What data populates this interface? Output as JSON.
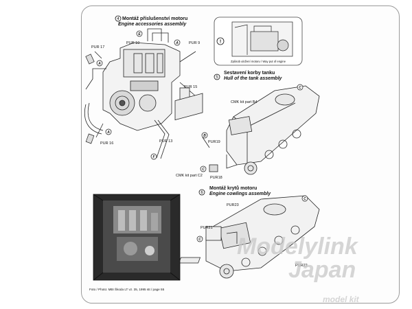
{
  "sections": [
    {
      "num": "4",
      "title_cz": "Montáž příslušenství motoru",
      "title_en": "Engine accessories assembly"
    },
    {
      "num": "5",
      "title_cz": "Sestavení korby tanku",
      "title_en": "Hull of the tank assembly"
    },
    {
      "num": "6",
      "title_cz": "Montáž krytů motoru",
      "title_en": "Engine cowlings assembly"
    }
  ],
  "note": {
    "symbol": "!",
    "caption": "Způsob uložení motoru / Way put of engine"
  },
  "parts": {
    "pur9": "PUR 9",
    "pur10": "PUR 10",
    "pur17": "PUR 17",
    "pur15": "PUR 15",
    "pur16": "PUR 16",
    "pur13": "PUR 13",
    "pur19": "PUR19",
    "pur18": "PUR18",
    "pur23": "PUR23",
    "pur21": "PUR21",
    "pur22": "PUR22",
    "cmk_b4": "CMK kit part B4",
    "cmk_c2": "CMK kit part C2"
  },
  "markers": {
    "a": "A",
    "b": "B",
    "c": "C",
    "e": "E",
    "f": "F"
  },
  "photo_caption": "Foto / Photo:  MBI Škoda LT vz. 35, 1995   str./ page 55",
  "watermark": {
    "line1": "Modelylink",
    "line2": "Japan",
    "line3": "model kit"
  }
}
